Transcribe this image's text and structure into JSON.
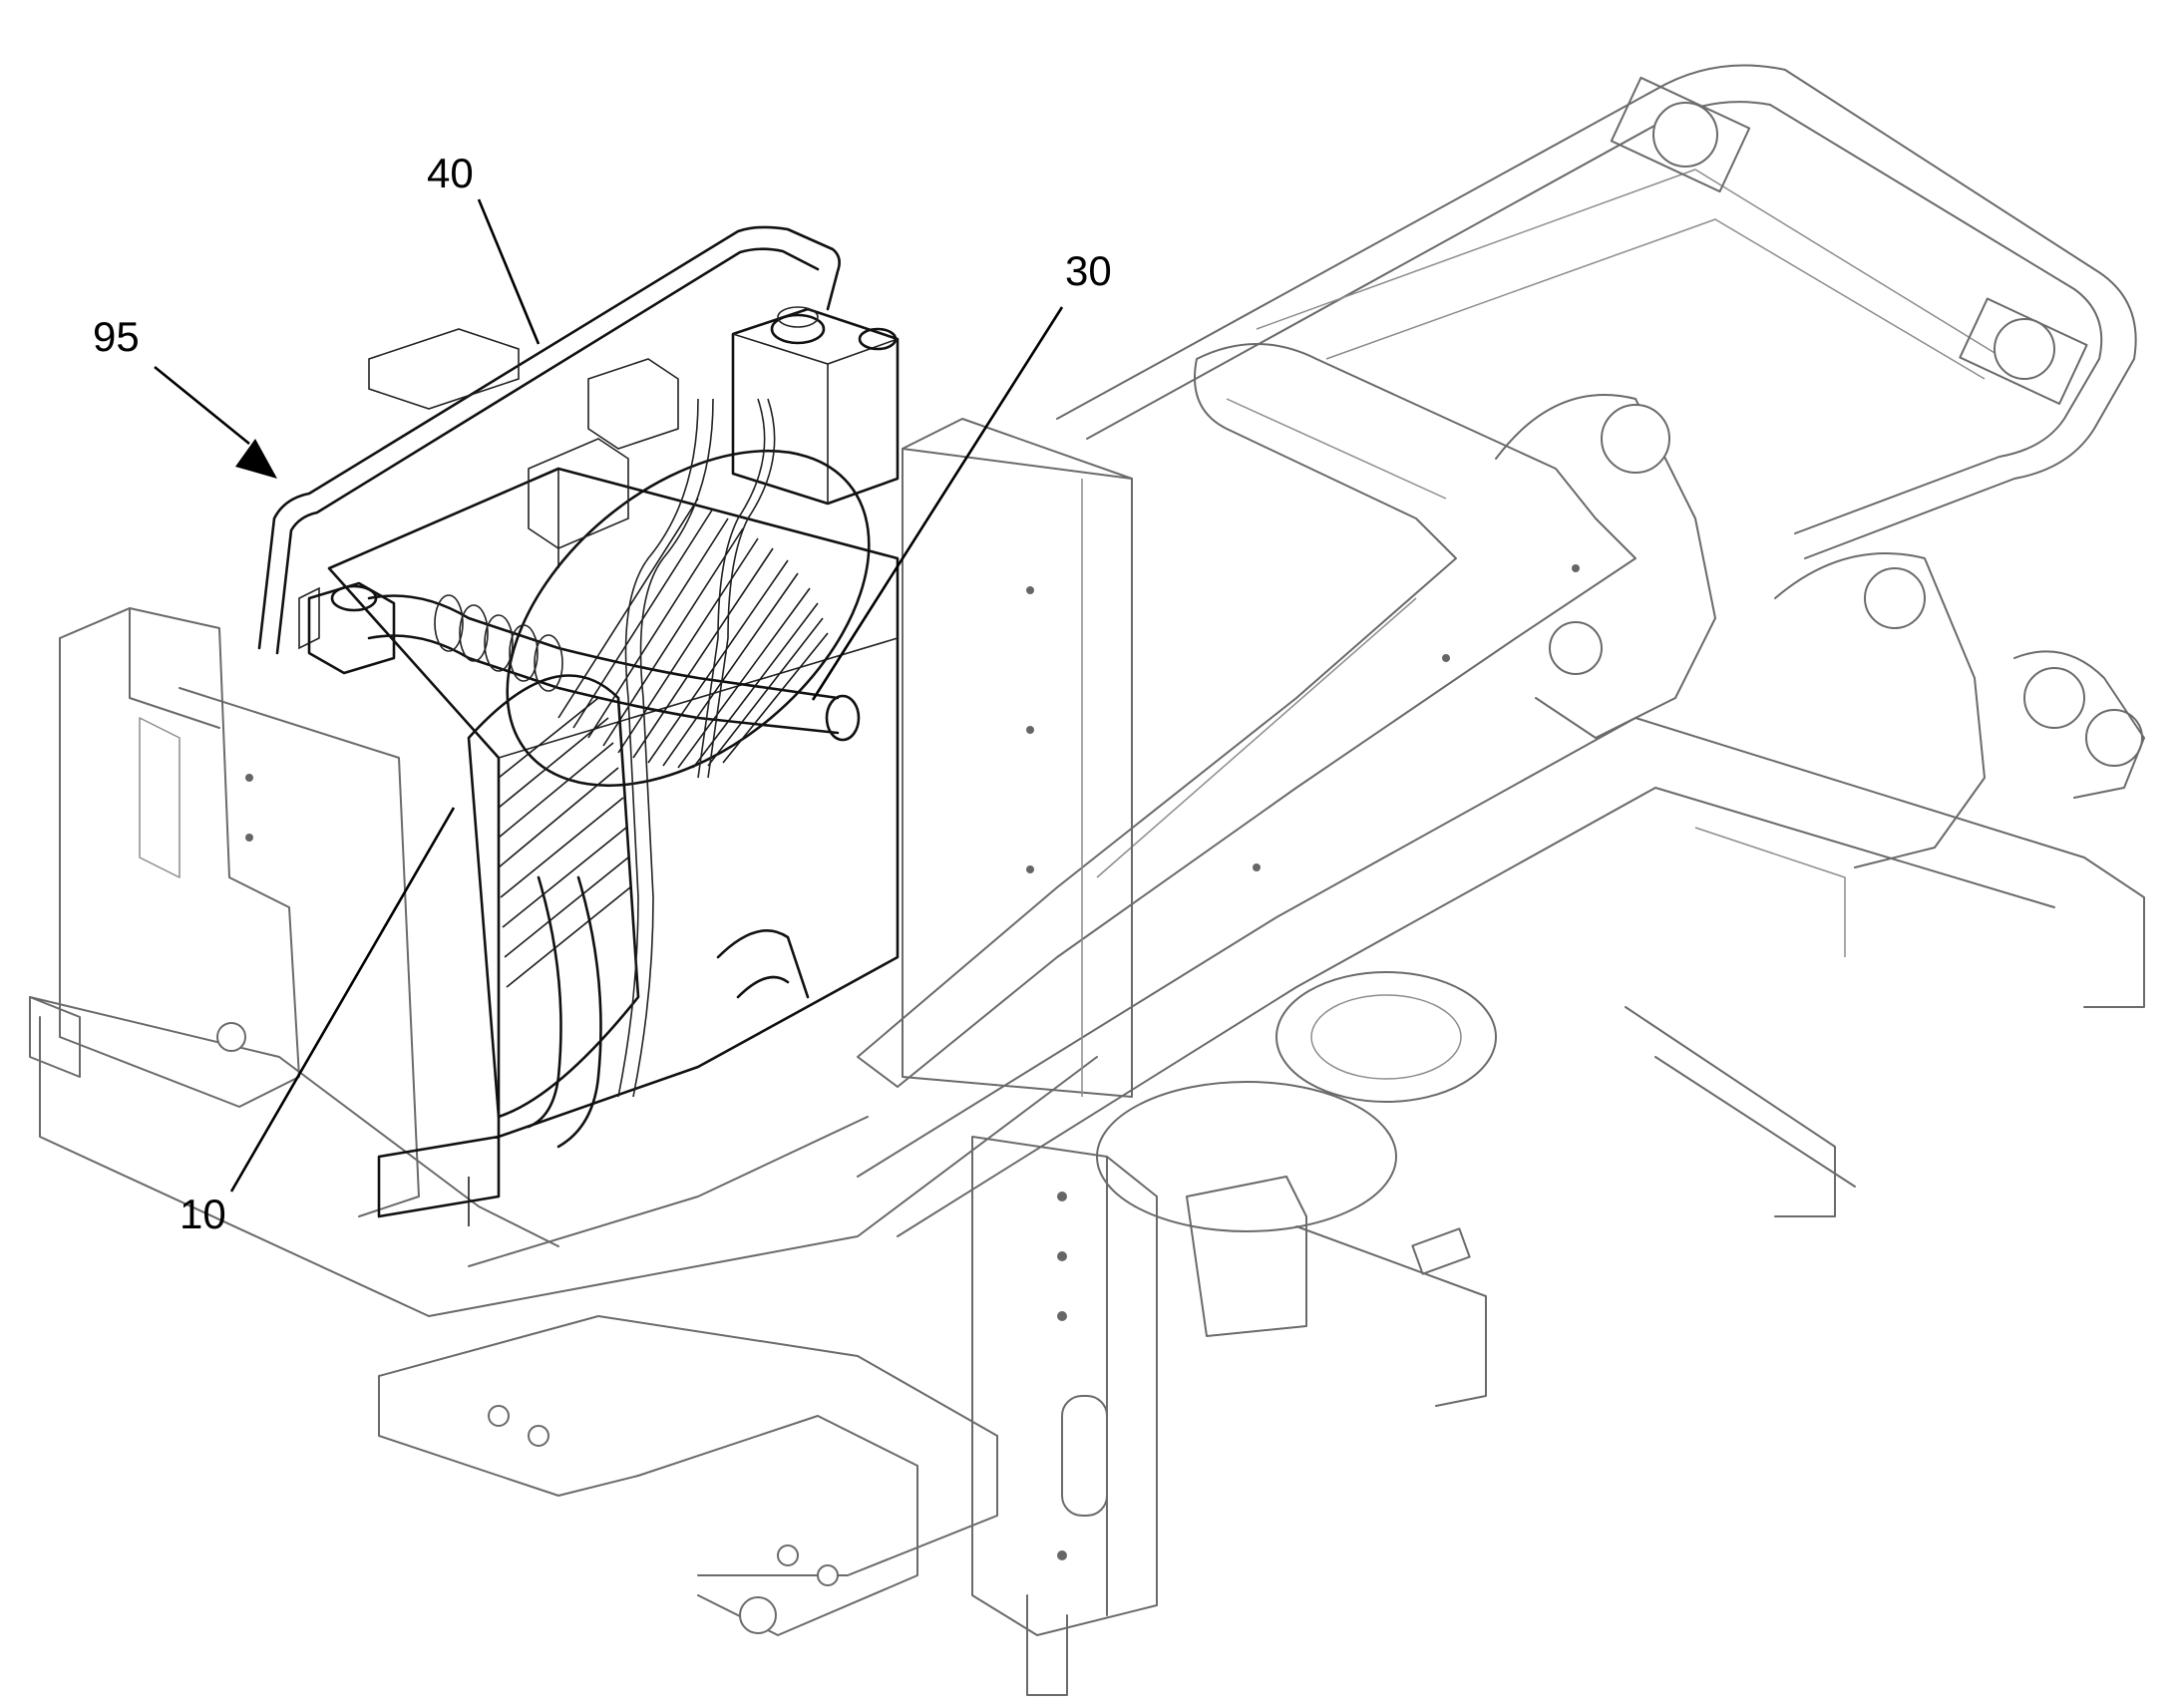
{
  "figure": {
    "reference_numerals": [
      {
        "id": "95",
        "text": "95"
      },
      {
        "id": "40",
        "text": "40"
      },
      {
        "id": "30",
        "text": "30"
      },
      {
        "id": "10",
        "text": "10"
      }
    ]
  },
  "colors": {
    "background": "#ffffff",
    "line_art_light": "#6a6a6a",
    "line_art_dark": "#111111",
    "labels": "#000000"
  }
}
